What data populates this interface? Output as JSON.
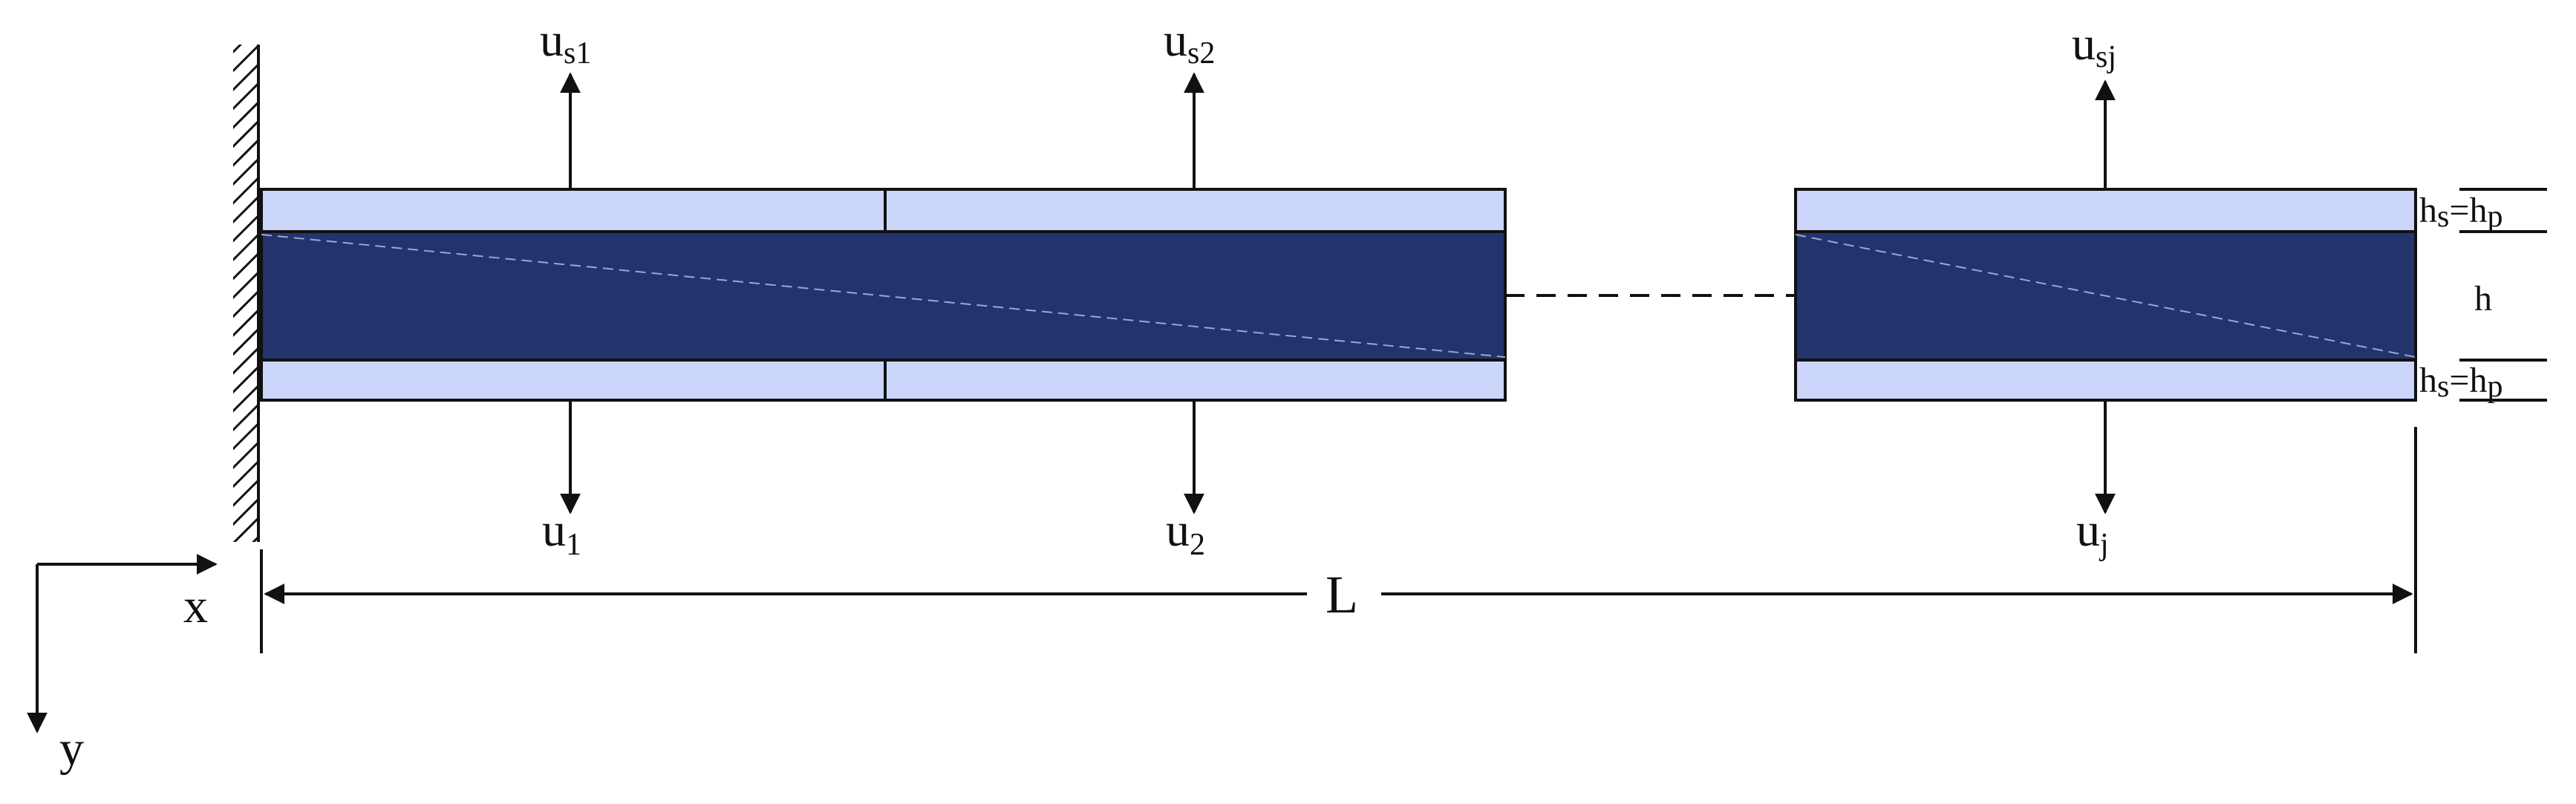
{
  "colors": {
    "core": "#23336b",
    "face_layer": "#ccd5fa",
    "outline": "#111111",
    "wall_hatch": "#111111",
    "core_diagonal": "#9aa6d6"
  },
  "labels": {
    "sensor_top": [
      {
        "main": "u",
        "sub": "s1"
      },
      {
        "main": "u",
        "sub": "s2"
      },
      {
        "main": "u",
        "sub": "sj"
      }
    ],
    "actuator_bottom": [
      {
        "main": "u",
        "sub": "1"
      },
      {
        "main": "u",
        "sub": "2"
      },
      {
        "main": "u",
        "sub": "j"
      }
    ],
    "top_thickness": {
      "left_main": "h",
      "left_sub": "s",
      "equals": "=",
      "right_main": "h",
      "right_sub": "p"
    },
    "core_thickness": "h",
    "bottom_thickness": {
      "left_main": "h",
      "left_sub": "s",
      "equals": "=",
      "right_main": "h",
      "right_sub": "p"
    },
    "length": "L",
    "axis_x": "x",
    "axis_y": "y"
  },
  "icons": {
    "wall": "clamped-wall-hatch",
    "arrows": "arrow-up / arrow-down / arrow-right / arrow-left"
  }
}
